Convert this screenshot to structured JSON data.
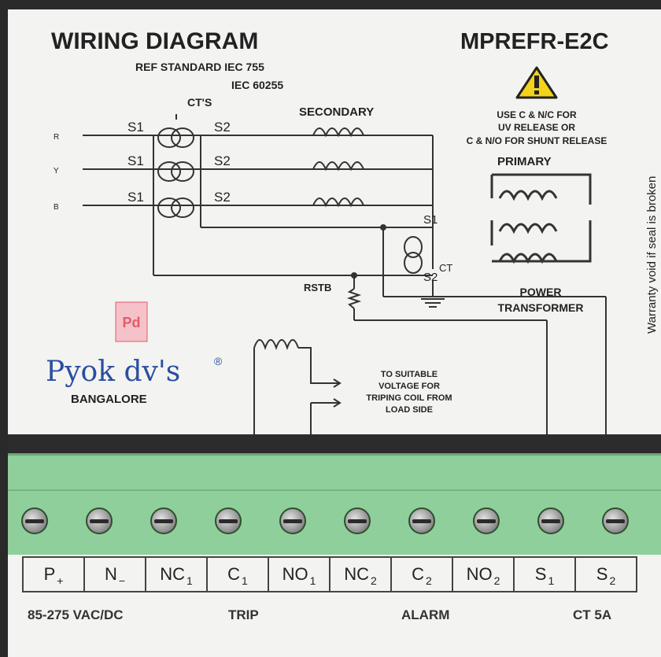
{
  "header": {
    "title": "WIRING DIAGRAM",
    "ref_line1": "REF STANDARD IEC 755",
    "ref_line2": "IEC 60255",
    "model": "MPREFR-E2C"
  },
  "warning": {
    "line1": "USE C & N/C FOR",
    "line2": "UV RELEASE OR",
    "line3": "C & N/O FOR SHUNT RELEASE",
    "icon": "warning-triangle-icon"
  },
  "diagram": {
    "cts_label": "CT'S",
    "secondary_label": "SECONDARY",
    "primary_label": "PRIMARY",
    "phases": [
      "R",
      "Y",
      "B"
    ],
    "s1": "S1",
    "s2": "S2",
    "ct_label": "CT",
    "rstb_label": "RSTB",
    "power_label1": "POWER",
    "power_label2": "TRANSFORMER",
    "trip_note1": "TO SUITABLE",
    "trip_note2": "VOLTAGE FOR",
    "trip_note3": "TRIPING COIL FROM",
    "trip_note4": "LOAD SIDE"
  },
  "side_text": "Warranty void if seal is broken",
  "brand": {
    "logo_mark": "Pd",
    "name": "Pyok dv's",
    "registered": "®",
    "city": "BANGALORE"
  },
  "terminals": [
    {
      "main": "P",
      "sub": "+"
    },
    {
      "main": "N",
      "sub": "−"
    },
    {
      "main": "NC",
      "sub": "1"
    },
    {
      "main": "C",
      "sub": "1"
    },
    {
      "main": "NO",
      "sub": "1"
    },
    {
      "main": "NC",
      "sub": "2"
    },
    {
      "main": "C",
      "sub": "2"
    },
    {
      "main": "NO",
      "sub": "2"
    },
    {
      "main": "S",
      "sub": "1"
    },
    {
      "main": "S",
      "sub": "2"
    }
  ],
  "groups": {
    "supply": "85-275 VAC/DC",
    "trip": "TRIP",
    "alarm": "ALARM",
    "ct": "CT 5A"
  },
  "colors": {
    "panel": "#f3f3f1",
    "terminal_green": "#8fcf9c",
    "warning_yellow": "#f2d21b",
    "logo_blue": "#2a4fa0",
    "logo_red": "#e35b6b"
  }
}
